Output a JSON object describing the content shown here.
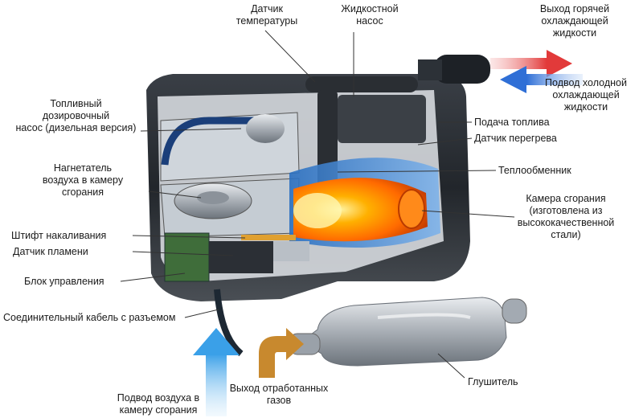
{
  "labels": {
    "temp_sensor": [
      "Датчик",
      "температуры"
    ],
    "coolant_pump": [
      "Жидкостной",
      "насос"
    ],
    "hot_outlet": [
      "Выход горячей",
      "охлаждающей",
      "жидкости"
    ],
    "cold_inlet": [
      "Подвод холодной",
      "охлаждающей",
      "жидкости"
    ],
    "fuel_pump": [
      "Топливный",
      "дозировочный",
      "насос (дизельная версия)"
    ],
    "fuel_supply": "Подача топлива",
    "overheat_sensor": "Датчик перегрева",
    "blower": [
      "Нагнетатель",
      "воздуха в камеру",
      "сгорания"
    ],
    "heat_exchanger": "Теплообменник",
    "combustion_chamber": [
      "Камера сгорания",
      "(изготовлена из",
      "высококачественной",
      "стали)"
    ],
    "glow_pin": "Штифт накаливания",
    "flame_sensor": "Датчик пламени",
    "control_unit": "Блок управления",
    "cable": "Соединительный кабель с разъемом",
    "muffler": "Глушитель",
    "exhaust_outlet": [
      "Выход отработанных",
      "газов"
    ],
    "air_inlet": [
      "Подвод воздуха в",
      "камеру сгорания"
    ]
  },
  "colors": {
    "hot_arrow": "#e23a3a",
    "cold_arrow": "#2f6fd6",
    "air_arrow": "#3aa0e8",
    "exhaust_arrow": "#c8892e",
    "flame": "#ff6a00"
  }
}
